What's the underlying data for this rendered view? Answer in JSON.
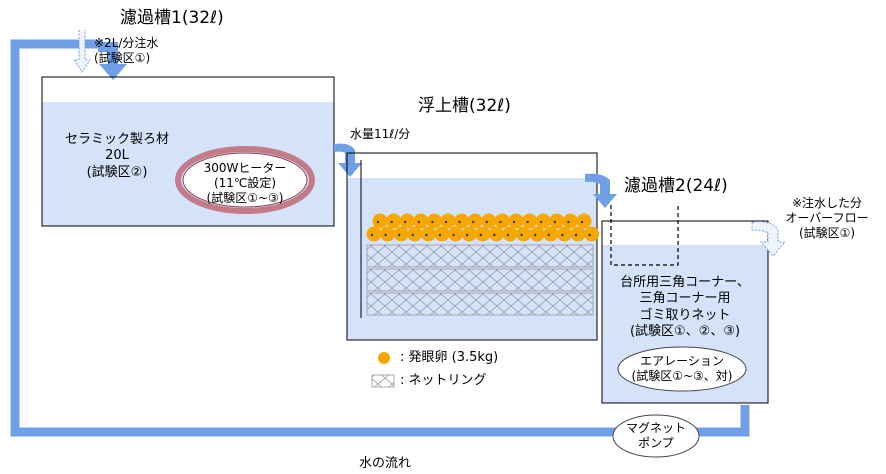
{
  "colors": {
    "pipe": "#6fa0e6",
    "water": "#d4e2fa",
    "egg": "#f6a800",
    "net_line": "#9a9a9a",
    "heater_ring": "#c2707c"
  },
  "tank1": {
    "title": "濾過槽1(32ℓ)",
    "inflow_note": "※2L/分注水\n(試験区①)",
    "media_label": "セラミック製ろ材\n20L\n(試験区②)",
    "heater_label": "300Wヒーター\n(11℃設定)\n(試験区①~③)"
  },
  "tank_float": {
    "title": "浮上槽(32ℓ)",
    "flow_label": "水量11ℓ/分"
  },
  "tank2": {
    "title": "濾過槽2(24ℓ)",
    "overflow_note": "※注水した分\nオーバーフロー\n(試験区①)",
    "net_label": "台所用三角コーナー、\n三角コーナー用\nゴミ取りネット\n(試験区①、②、③)",
    "aeration_label": "エアレーション\n(試験区①~③、対)"
  },
  "legend": {
    "egg_label": ": 発眼卵 (3.5kg)",
    "netring_label": ": ネットリング"
  },
  "pump_label": "マグネット\nポンプ",
  "flow_caption": "水の流れ",
  "icons": [
    "down-arrow-icon",
    "egg-icon",
    "net-ring-icon",
    "curved-arrow-icon"
  ]
}
